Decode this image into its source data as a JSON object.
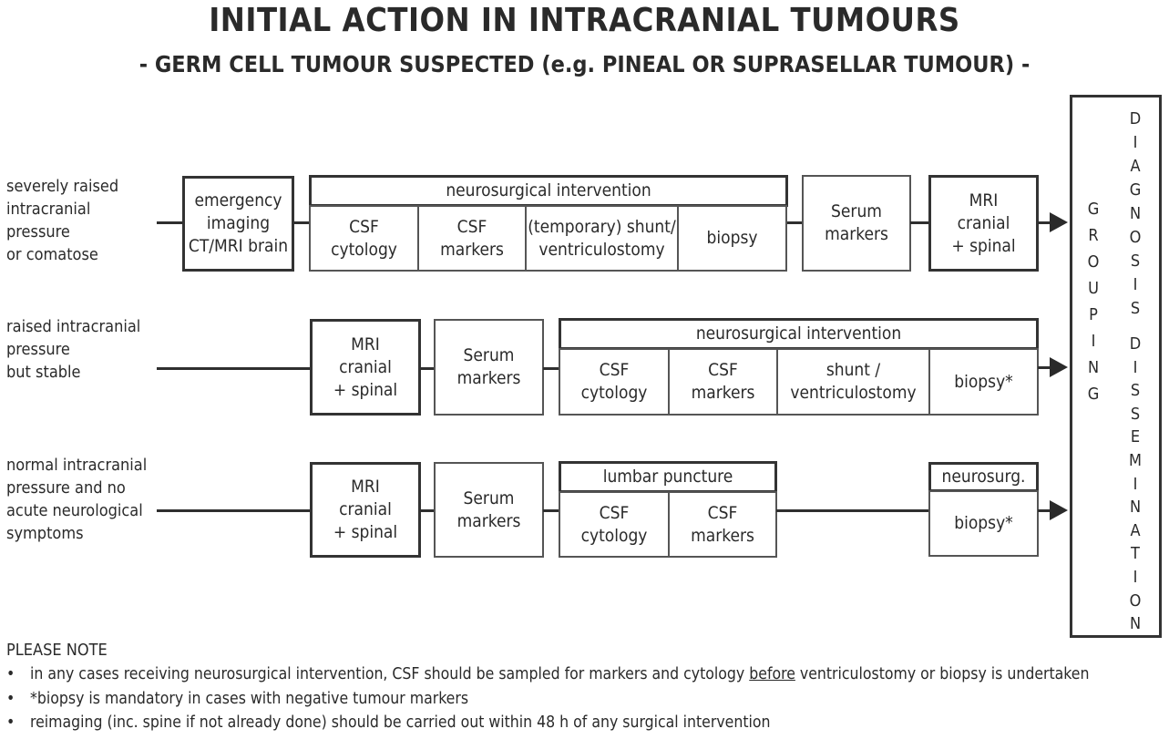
{
  "title": "INITIAL ACTION IN INTRACRANIAL TUMOURS",
  "subtitle": "- GERM CELL TUMOUR SUSPECTED (e.g. PINEAL OR SUPRASELLAR TUMOUR) -",
  "rows": [
    {
      "label": "severely raised\nintracranial\npressure\nor comatose",
      "emergency_imaging": "emergency\nimaging\nCT/MRI brain",
      "group_header": "neurosurgical intervention",
      "cells": [
        "CSF\ncytology",
        "CSF\nmarkers",
        "(temporary) shunt/\nventriculostomy",
        "biopsy"
      ],
      "serum": "Serum\nmarkers",
      "mri": "MRI\ncranial\n+ spinal"
    },
    {
      "label": "raised intracranial\npressure\nbut stable",
      "mri": "MRI\ncranial\n+ spinal",
      "serum": "Serum\nmarkers",
      "group_header": "neurosurgical intervention",
      "cells": [
        "CSF\ncytology",
        "CSF\nmarkers",
        "shunt /\nventriculostomy",
        "biopsy*"
      ]
    },
    {
      "label": "normal intracranial\npressure and no\nacute neurological\nsymptoms",
      "mri": "MRI\ncranial\n+ spinal",
      "serum": "Serum\nmarkers",
      "group_header": "lumbar puncture",
      "cells": [
        "CSF\ncytology",
        "CSF\nmarkers"
      ],
      "neurosurg_header": "neurosurg.",
      "neurosurg_cell": "biopsy*"
    }
  ],
  "side_box": {
    "grouping": "GROUPING",
    "diagnosis": "DIAGNOSIS",
    "dissemination": "DISSEMINATION"
  },
  "notes": {
    "title": "PLEASE NOTE",
    "bullet": "•",
    "note1_before": "in any cases receiving neurosurgical intervention, CSF should be sampled for markers and cytology ",
    "note1_underlined": "before",
    "note1_after": " ventriculostomy or biopsy is undertaken",
    "note2": "*biopsy is mandatory in cases with negative tumour markers",
    "note3": "reimaging (inc. spine if not already done) should be carried out within 48 h of any surgical intervention"
  }
}
